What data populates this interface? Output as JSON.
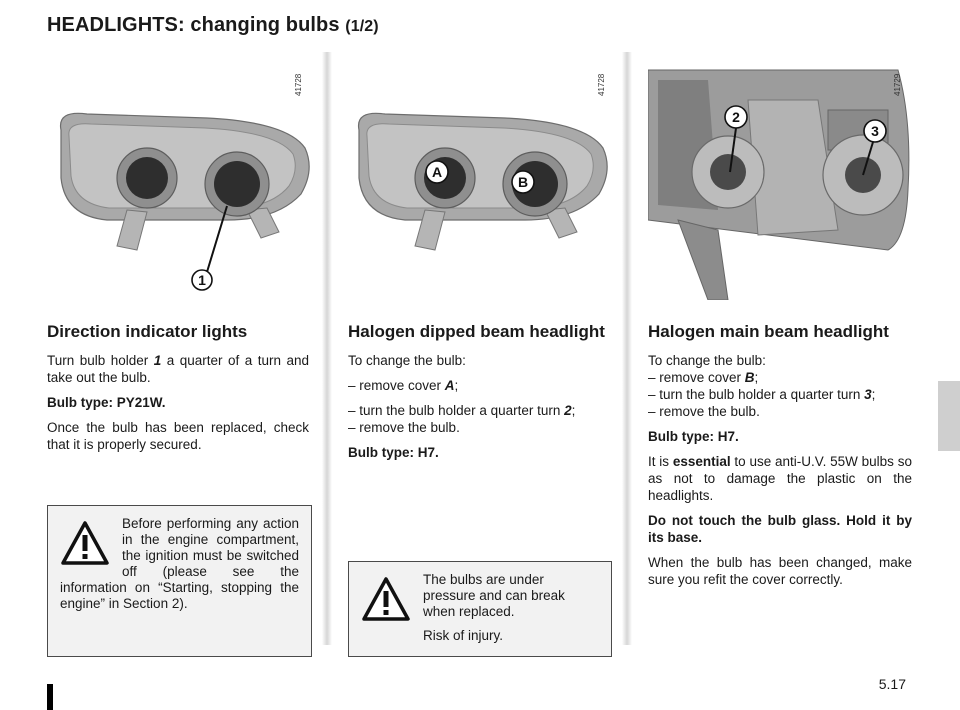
{
  "header": {
    "title": "HEADLIGHTS: changing bulbs",
    "part": "(1/2)"
  },
  "figures": [
    {
      "ref": "41728",
      "callouts": [
        "1"
      ]
    },
    {
      "ref": "41728",
      "callouts": [
        "A",
        "B"
      ]
    },
    {
      "ref": "41729",
      "callouts": [
        "2",
        "3"
      ]
    }
  ],
  "col1": {
    "heading": "Direction indicator lights",
    "p1_a": "Turn bulb holder ",
    "p1_ref": "1",
    "p1_b": " a quarter of a turn and take out the bulb.",
    "bulb_type": "Bulb type: PY21W.",
    "p2": "Once the bulb has been replaced, check that it is properly secured."
  },
  "col2": {
    "heading": "Halogen dipped beam headlight",
    "intro": "To change the bulb:",
    "s1_a": "– remove cover ",
    "s1_ref": "A",
    "s1_b": ";",
    "s2_a": "– turn the bulb holder a quarter turn ",
    "s2_ref": "2",
    "s2_b": ";",
    "s3": "– remove the bulb.",
    "bulb_type": "Bulb type: H7."
  },
  "col3": {
    "heading": "Halogen main beam headlight",
    "intro": "To change the bulb:",
    "s1_a": "– remove cover ",
    "s1_ref": "B",
    "s1_b": ";",
    "s2_a": "– turn the bulb holder a quarter turn ",
    "s2_ref": "3",
    "s2_b": ";",
    "s3": "– remove the bulb.",
    "bulb_type": "Bulb type: H7.",
    "p1_a": "It is ",
    "p1_em": "essential",
    "p1_b": " to use anti-U.V. 55W bulbs so as not to damage the plastic on the headlights.",
    "p2": "Do not touch the bulb glass. Hold it by its base.",
    "p3": "When the bulb has been changed, make sure you refit the cover correctly."
  },
  "warnings": {
    "w1": "Before performing any action in the engine compartment, the ignition must be switched off (please see the information on “Starting, stopping the engine” in Section 2).",
    "w2": "The bulbs are under pressure and can break when replaced.",
    "w2_risk": "Risk of injury."
  },
  "footer": {
    "page": "5.17"
  },
  "icons": [
    "warning-triangle-icon"
  ]
}
